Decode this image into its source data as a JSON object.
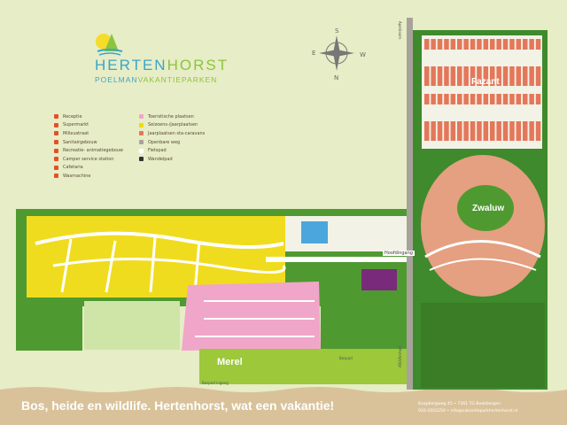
{
  "brand": {
    "name_part1": "HERTEN",
    "name_part2": "HORST",
    "sub_part1": "POELMAN",
    "sub_part2": "VAKANTIEPARKEN"
  },
  "compass": {
    "n": "N",
    "e": "E",
    "s": "S",
    "w": "W"
  },
  "legend": {
    "facilities": [
      {
        "label": "Receptie",
        "icon": "reception-icon"
      },
      {
        "label": "Supermarkt",
        "icon": "supermarket-icon"
      },
      {
        "label": "Milieustraat",
        "icon": "recycling-icon"
      },
      {
        "label": "Sanitairgebouw",
        "icon": "sanitary-icon"
      },
      {
        "label": "Recreatie- animatiegebouw",
        "icon": "recreation-icon"
      },
      {
        "label": "Camper service station",
        "icon": "camper-icon"
      },
      {
        "label": "Cafetaria",
        "icon": "cafeteria-icon"
      },
      {
        "label": "Wasmachine",
        "icon": "washing-machine-icon"
      }
    ],
    "areas": [
      {
        "label": "Toeristische plaatsen",
        "color": "#f0a6c8"
      },
      {
        "label": "Seizoens-/jaarplaatsen",
        "color": "#f3da00"
      },
      {
        "label": "Jaarplaatsen sta-caravans",
        "color": "#e4775a"
      },
      {
        "label": "Openbare weg",
        "color": "#a8a39a"
      },
      {
        "label": "Fietspad",
        "color": "#ffffff"
      },
      {
        "label": "Wandelpad",
        "color": "#333333"
      }
    ]
  },
  "areas": {
    "fazant": "Fazant",
    "zwaluw": "Zwaluw",
    "merel": "Merel"
  },
  "roads": {
    "north": "Apeldoorn",
    "south": "A50/Arnhem",
    "main_entrance": "Hoofdingang",
    "bospad": "Bospad",
    "side_entrance": "Bospad ingang"
  },
  "footer": {
    "slogan": "Bos, heide en wildlife. Hertenhorst, wat een vakantie!",
    "address": "Kaapbergweg 45 • 7361 TG Beekbergen",
    "contact": "026-2002250 • info@vakantieparkhertenhorst.nl"
  },
  "colors": {
    "background": "#e7edc6",
    "footer": "#d9c29a",
    "forest": "#3f8a2c",
    "field": "#9cc83a"
  }
}
